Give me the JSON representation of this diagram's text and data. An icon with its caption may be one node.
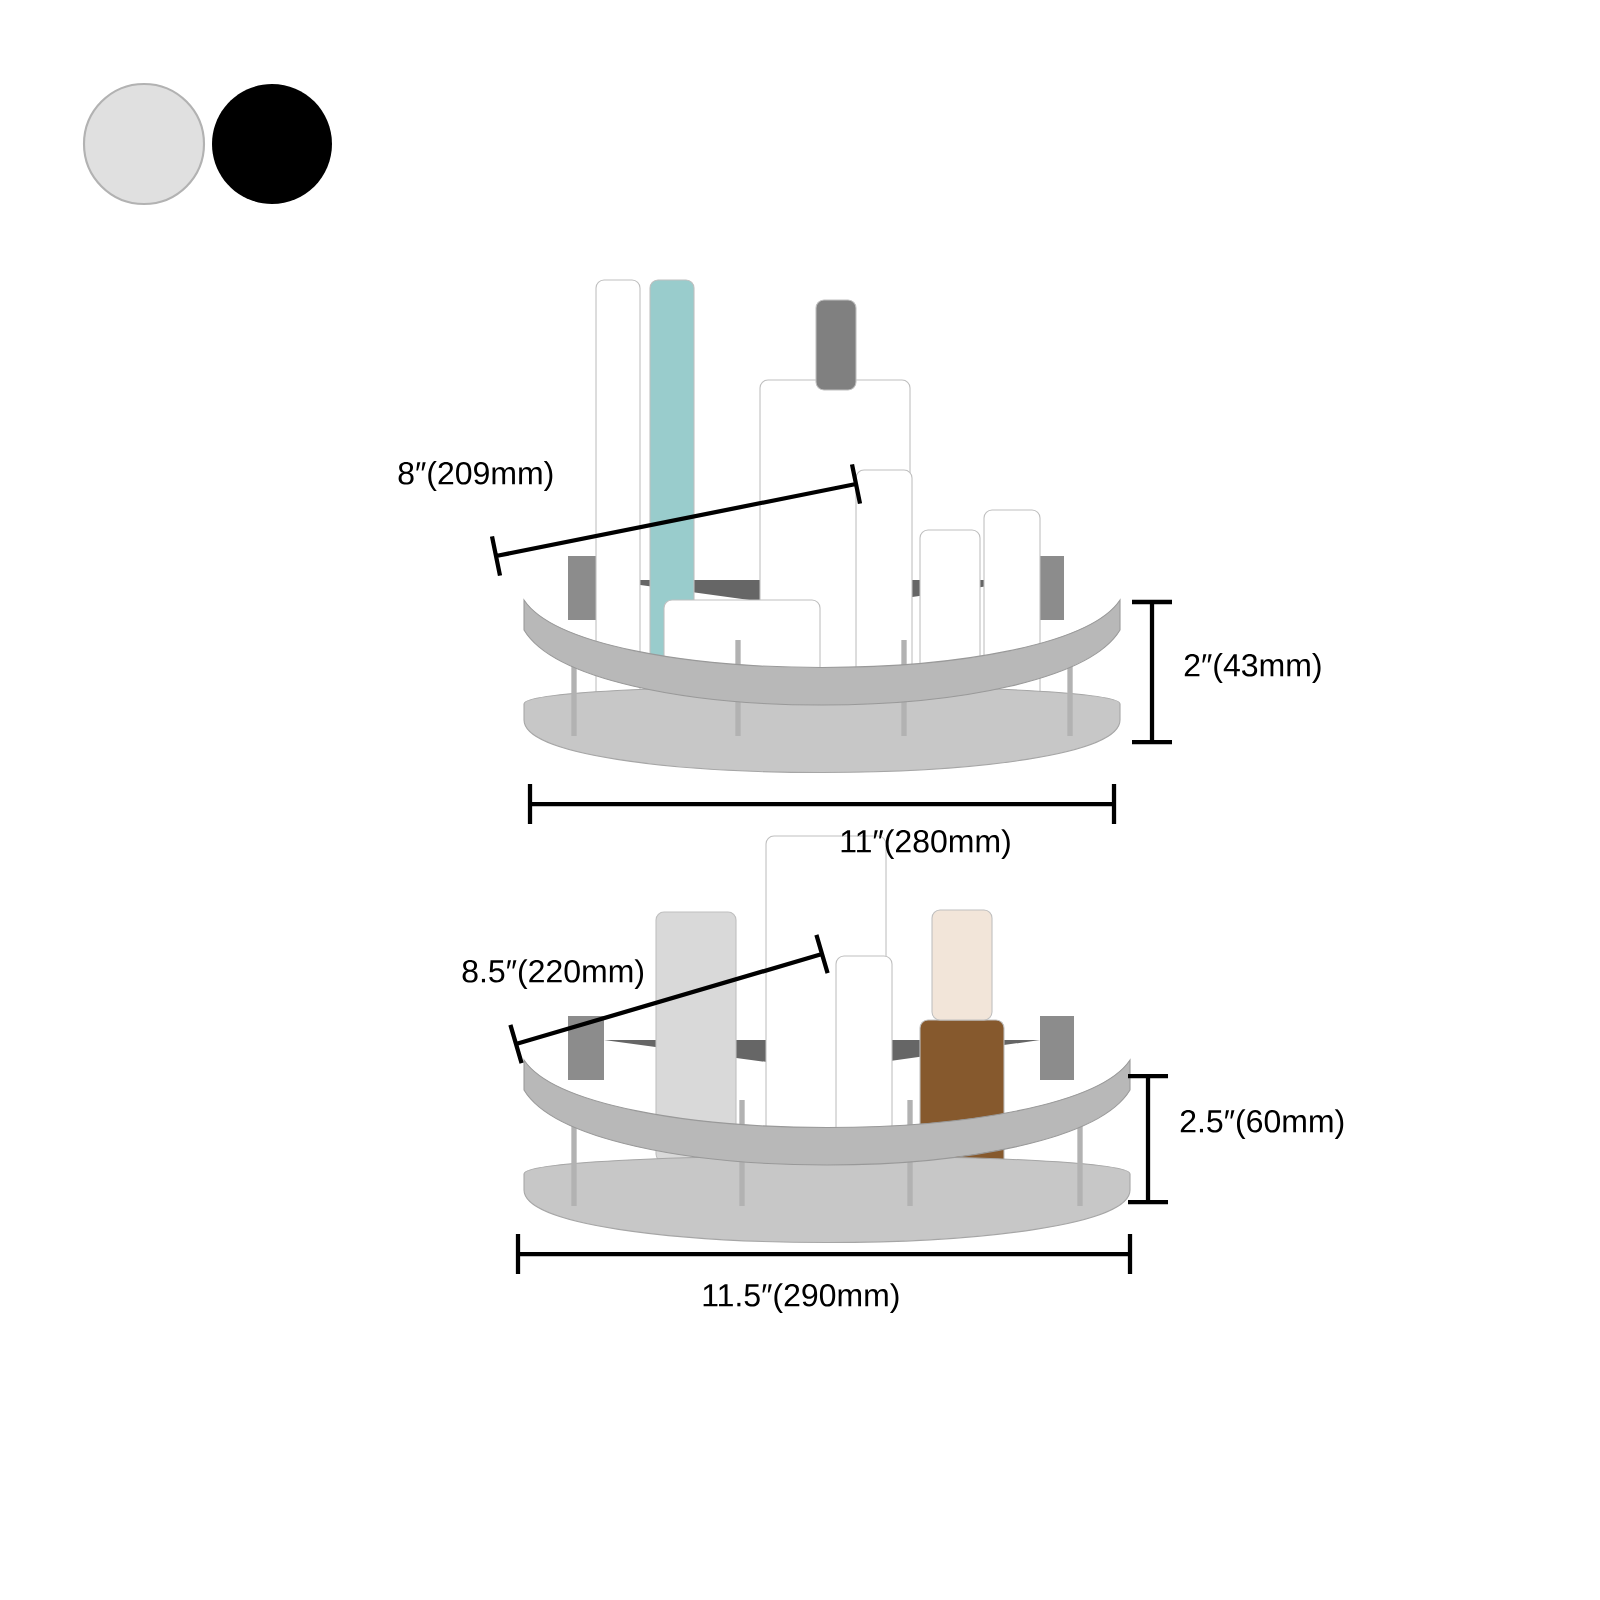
{
  "diagram": {
    "labels": [
      "8″(209mm)",
      "2″(43mm)",
      "11″(280mm)",
      "8.5″(220mm)",
      "2.5″(60mm)",
      "11.5″(290mm)"
    ]
  }
}
